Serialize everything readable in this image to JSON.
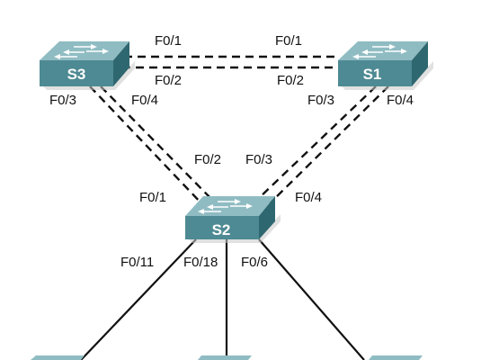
{
  "switches": {
    "s3": {
      "name": "S3"
    },
    "s1": {
      "name": "S1"
    },
    "s2": {
      "name": "S2"
    }
  },
  "links": {
    "s3_s1_a": {
      "a_port": "F0/1",
      "b_port": "F0/1"
    },
    "s3_s1_b": {
      "a_port": "F0/2",
      "b_port": "F0/2"
    },
    "s3_s2": {
      "s3_port": "F0/3",
      "s3_port2": "F0/4",
      "s2_port_a": "F0/1",
      "s2_port_b": "F0/2"
    },
    "s1_s2": {
      "s1_port": "F0/3",
      "s1_port2": "F0/4",
      "s2_port_a": "F0/3",
      "s2_port_b": "F0/4"
    },
    "s2_access": {
      "left": "F0/11",
      "middle": "F0/18",
      "right": "F0/6"
    }
  },
  "colors": {
    "switch_top": "#8fbcc2",
    "switch_front": "#4e8a93",
    "switch_side": "#2f6770",
    "link": "#111111"
  }
}
